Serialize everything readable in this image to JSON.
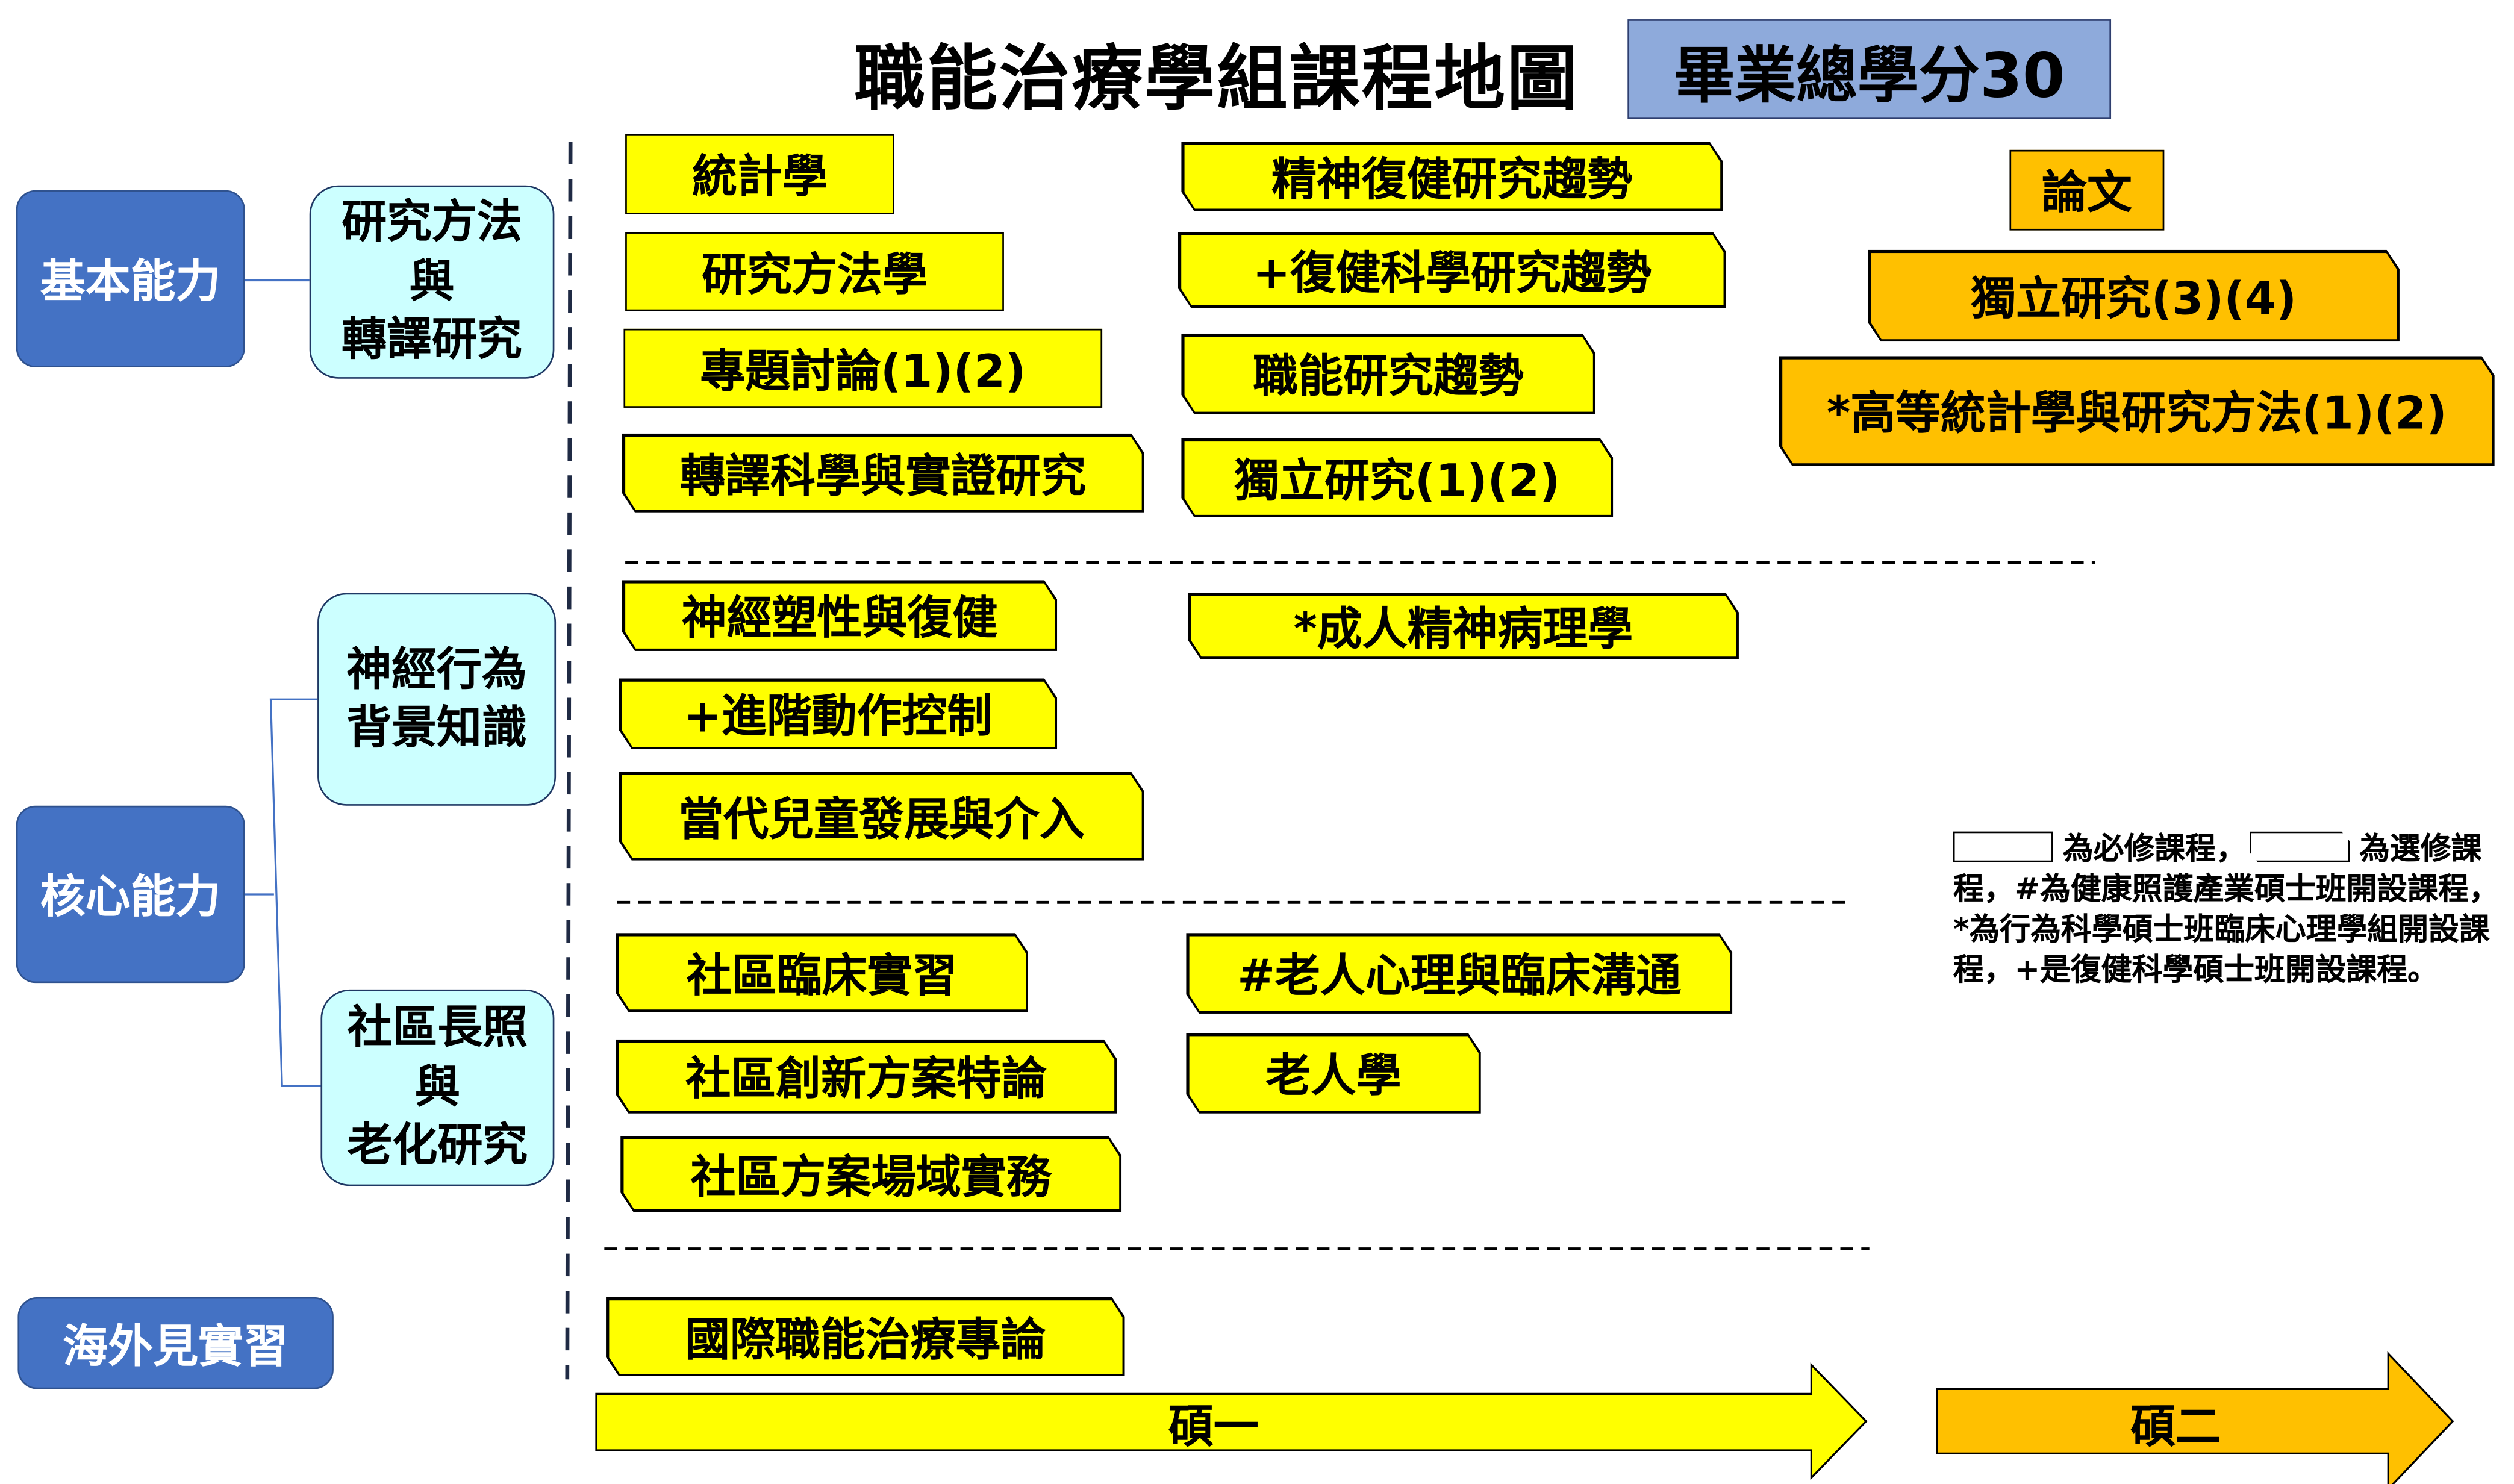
{
  "title": "職能治療學組課程地圖",
  "credits": "畢業總學分30",
  "categories": {
    "basic": "基本能力",
    "core": "核心能力",
    "overseas": "海外見實習"
  },
  "subcategories": {
    "research": [
      "研究方法",
      "與",
      "轉譯研究"
    ],
    "neuro": [
      "神經行為",
      "背景知識"
    ],
    "community": [
      "社區長照",
      "與",
      "老化研究"
    ]
  },
  "courses": {
    "statistics": "統計學",
    "research_methods": "研究方法學",
    "seminar": "專題討論(1)(2)",
    "translational": "轉譯科學與實證研究",
    "psych_rehab_trends": "精神復健研究趨勢",
    "rehab_sci_trends": "+復健科學研究趨勢",
    "ot_trends": "職能研究趨勢",
    "independent_12": "獨立研究(1)(2)",
    "thesis": "論文",
    "independent_34": "獨立研究(3)(4)",
    "adv_stats": "*高等統計學與研究方法(1)(2)",
    "neuroplasticity": "神經塑性與復健",
    "adult_psychopathology": "*成人精神病理學",
    "motor_control": "+進階動作控制",
    "child_dev": "當代兒童發展與介入",
    "community_practicum": "社區臨床實習",
    "elderly_psych": "#老人心理與臨床溝通",
    "community_innovation": "社區創新方案特論",
    "gerontology": "老人學",
    "community_field": "社區方案場域實務",
    "intl_ot": "國際職能治療專論"
  },
  "years": {
    "year1": "碩一",
    "year2": "碩二"
  },
  "legend": {
    "required": "為必修課程，",
    "elective": "為選修課程，",
    "notes": "#為健康照護產業碩士班開設課程，*為行為科學碩士班臨床心理學組開設課程，+是復健科學碩士班開設課程。"
  },
  "colors": {
    "yellow": "#ffff00",
    "orange": "#ffc000",
    "blue": "#4472c4",
    "cyan": "#ccffff",
    "credits": "#8eaadb"
  }
}
